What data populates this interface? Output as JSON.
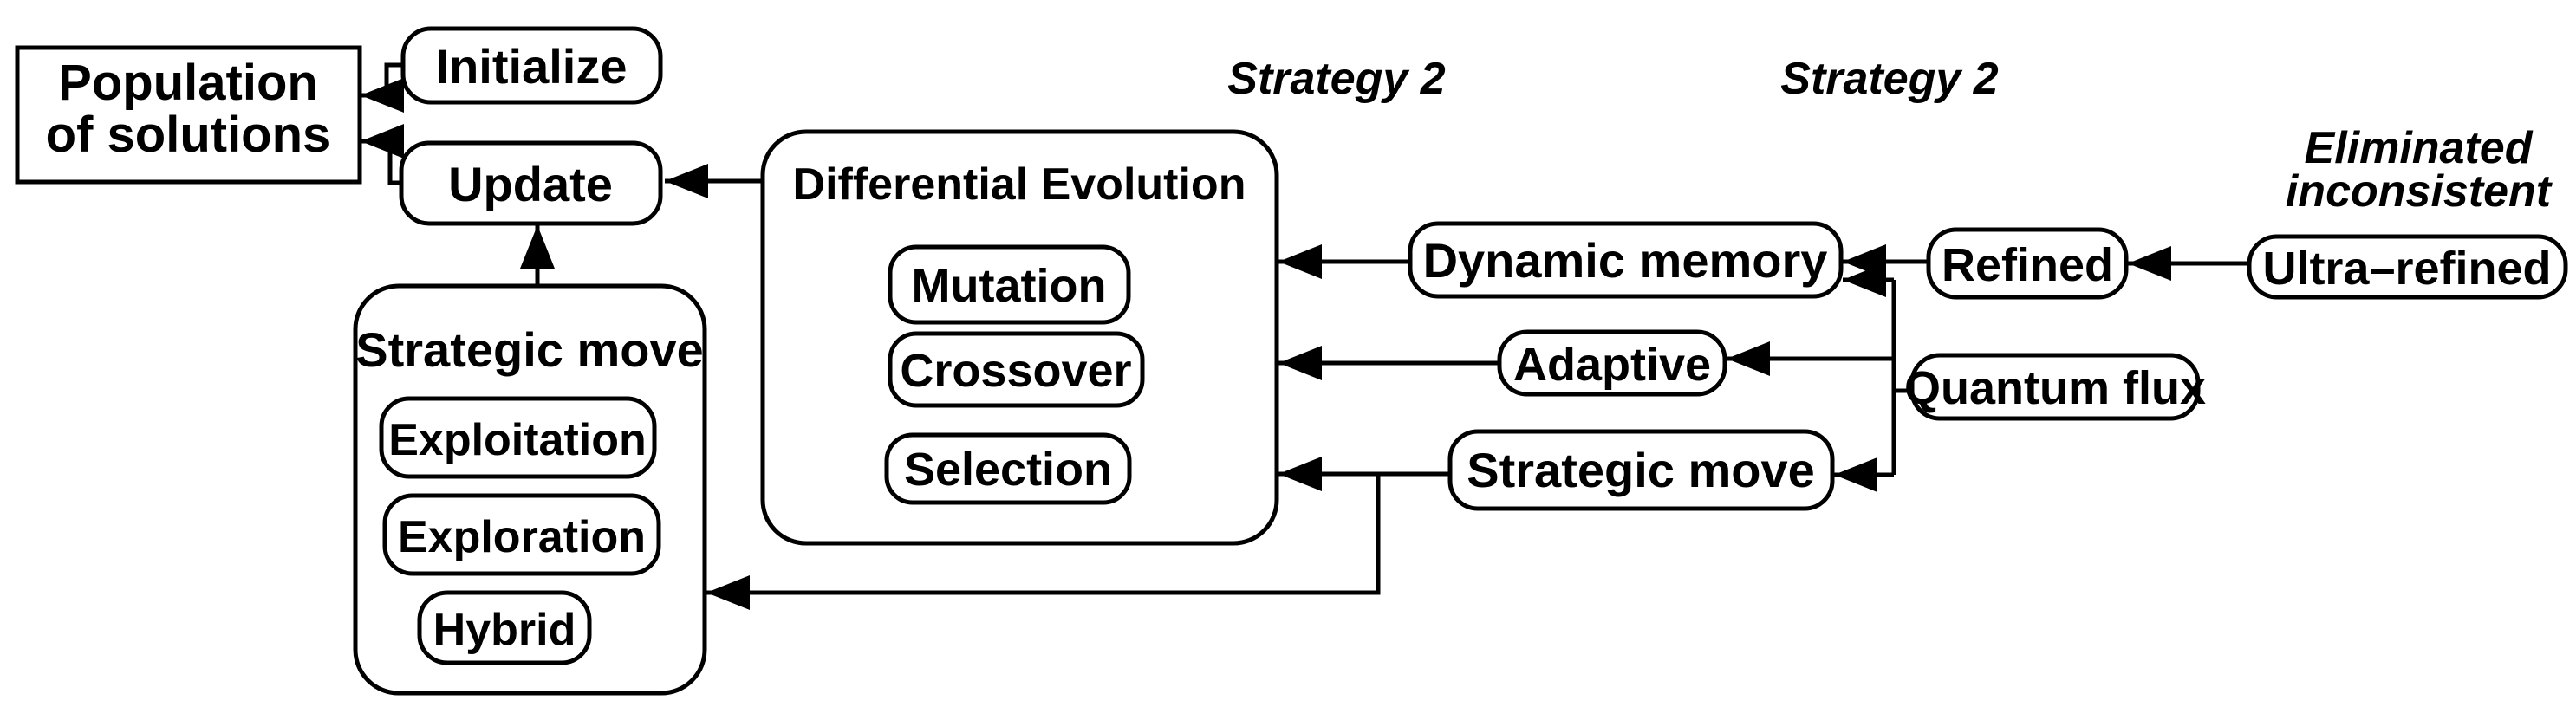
{
  "diagram": {
    "title": "Differential evolution strategy flow diagram",
    "colors": {
      "background": "#ffffff",
      "line": "#000000",
      "text": "#000000"
    },
    "nodes": {
      "population": {
        "label_line1": "Population",
        "label_line2": "of solutions"
      },
      "initialize": {
        "label": "Initialize"
      },
      "update": {
        "label": "Update"
      },
      "differential_evolution": {
        "label": "Differential Evolution"
      },
      "mutation": {
        "label": "Mutation"
      },
      "crossover": {
        "label": "Crossover"
      },
      "selection": {
        "label": "Selection"
      },
      "strategic_move_left": {
        "label": "Strategic move"
      },
      "exploitation": {
        "label": "Exploitation"
      },
      "exploration": {
        "label": "Exploration"
      },
      "hybrid": {
        "label": "Hybrid"
      },
      "dynamic_memory": {
        "label": "Dynamic memory"
      },
      "refined": {
        "label": "Refined"
      },
      "ultra_refined": {
        "label": "Ultra–refined"
      },
      "adaptive": {
        "label": "Adaptive"
      },
      "quantum_flux": {
        "label": "Quantum flux"
      },
      "strategic_move_right": {
        "label": "Strategic move"
      }
    },
    "annotations": {
      "strategy2_left": "Strategy 2",
      "strategy2_right": "Strategy 2",
      "eliminated_line1": "Eliminated",
      "eliminated_line2": "inconsistent"
    }
  }
}
